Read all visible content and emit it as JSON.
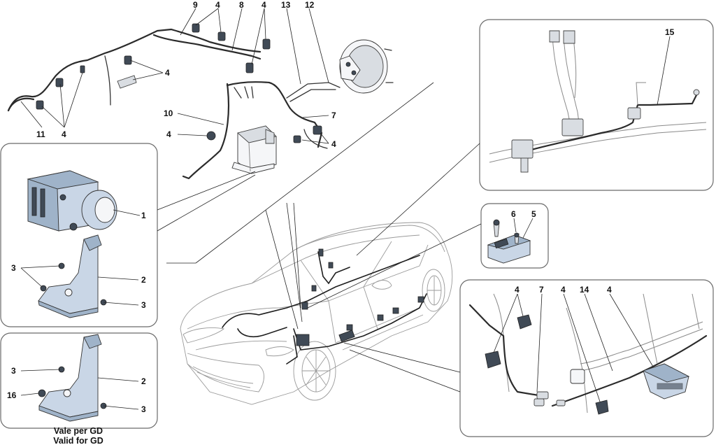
{
  "callouts": {
    "l1": "1",
    "l2": "2",
    "l3": "3",
    "l4": "4",
    "l5": "5",
    "l6": "6",
    "l7": "7",
    "l8": "8",
    "l9": "9",
    "l10": "10",
    "l11": "11",
    "l12": "12",
    "l13": "13",
    "l14": "14",
    "l15": "15",
    "l16": "16"
  },
  "caption": {
    "line1": "Vale per GD",
    "line2": "Valid for GD"
  },
  "colors": {
    "part_fill": "#c9d6e6",
    "part_dark": "#404a56",
    "panel_border": "#6b6b6b"
  }
}
